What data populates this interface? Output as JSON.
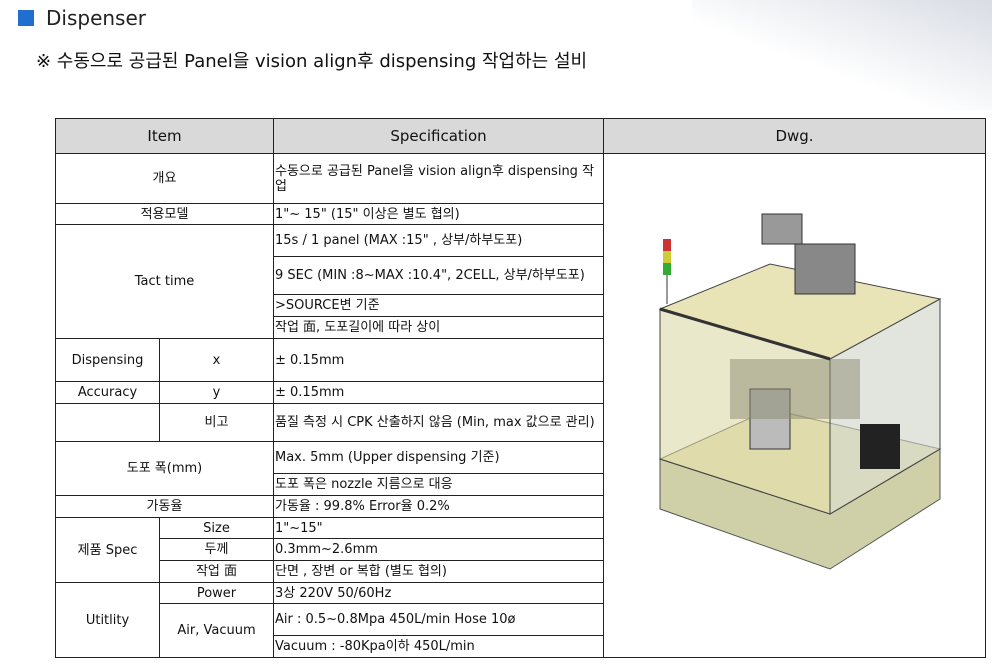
{
  "title": "Dispenser",
  "subtitle": "※ 수동으로 공급된 Panel을  vision align후 dispensing 작업하는 설비",
  "headers": {
    "item": "Item",
    "spec": "Specification",
    "dwg": "Dwg."
  },
  "rows": {
    "overview": {
      "label": "개요",
      "spec": "수동으로 공급된 Panel을  vision align후 dispensing 작업"
    },
    "model": {
      "label": "적용모델",
      "spec": "1\"~ 15\" (15\" 이상은 별도 협의)"
    },
    "tact": {
      "label": "Tact time",
      "specs": [
        "15s / 1 panel (MAX :15\" , 상부/하부도포)",
        "9 SEC (MIN :8~MAX :10.4\", 2CELL, 상부/하부도포)",
        ">SOURCE변 기준",
        "작업 面, 도포길이에 따라 상이"
      ]
    },
    "accuracy": {
      "label1": "Dispensing",
      "label2": "Accuracy",
      "x": "x",
      "y": "y",
      "note": "비고",
      "x_spec": "± 0.15mm",
      "y_spec": "± 0.15mm",
      "note_spec": "품질 측정 시 CPK 산출하지 않음 (Min, max 값으로 관리)"
    },
    "width": {
      "label": "도포 폭(mm)",
      "specs": [
        "Max. 5mm (Upper dispensing 기준)",
        "도포 폭은 nozzle 지름으로 대응"
      ]
    },
    "uptime": {
      "label": "가동율",
      "spec": "가동율 : 99.8% Error율 0.2%"
    },
    "product": {
      "label": "제품 Spec",
      "size": "Size",
      "size_spec": "1\"~15\"",
      "thick": "두께",
      "thick_spec": "0.3mm~2.6mm",
      "face": "작업 面",
      "face_spec": "단면 , 장변 or  복합  (별도 협의)"
    },
    "utility": {
      "label": "Utitlity",
      "power": "Power",
      "power_spec": "3상 220V 50/60Hz",
      "air": "Air, Vacuum",
      "air_spec": "Air : 0.5~0.8Mpa 450L/min Hose 10ø",
      "vac_spec": "Vacuum : -80Kpa이하 450L/min"
    }
  }
}
